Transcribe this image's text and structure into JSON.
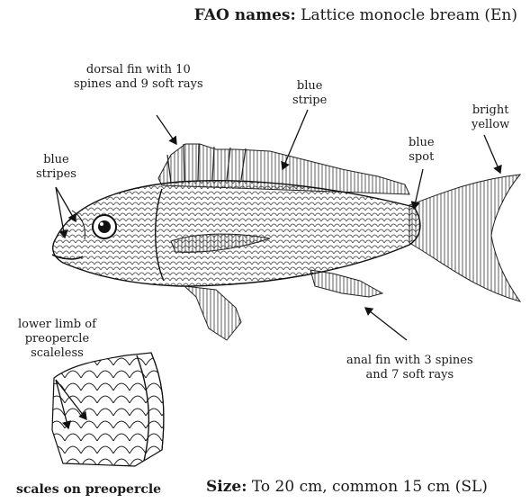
{
  "header": {
    "label": "FAO names:",
    "value": "Lattice monocle bream (En)"
  },
  "size": {
    "label": "Size:",
    "value": "To 20 cm, common 15 cm (SL)"
  },
  "inset": {
    "caption": "scales on preopercle"
  },
  "labels": {
    "dorsal_fin": [
      "dorsal fin with 10",
      "spines and 9 soft rays"
    ],
    "blue_stripe": [
      "blue",
      "stripe"
    ],
    "blue_stripes": [
      "blue",
      "stripes"
    ],
    "blue_spot": [
      "blue",
      "spot"
    ],
    "bright_yellow": [
      "bright",
      "yellow"
    ],
    "preopercle_limb": [
      "lower limb of",
      "preopercle",
      "scaleless"
    ],
    "anal_fin": [
      "anal fin with 3 spines",
      "and 7 soft rays"
    ]
  }
}
